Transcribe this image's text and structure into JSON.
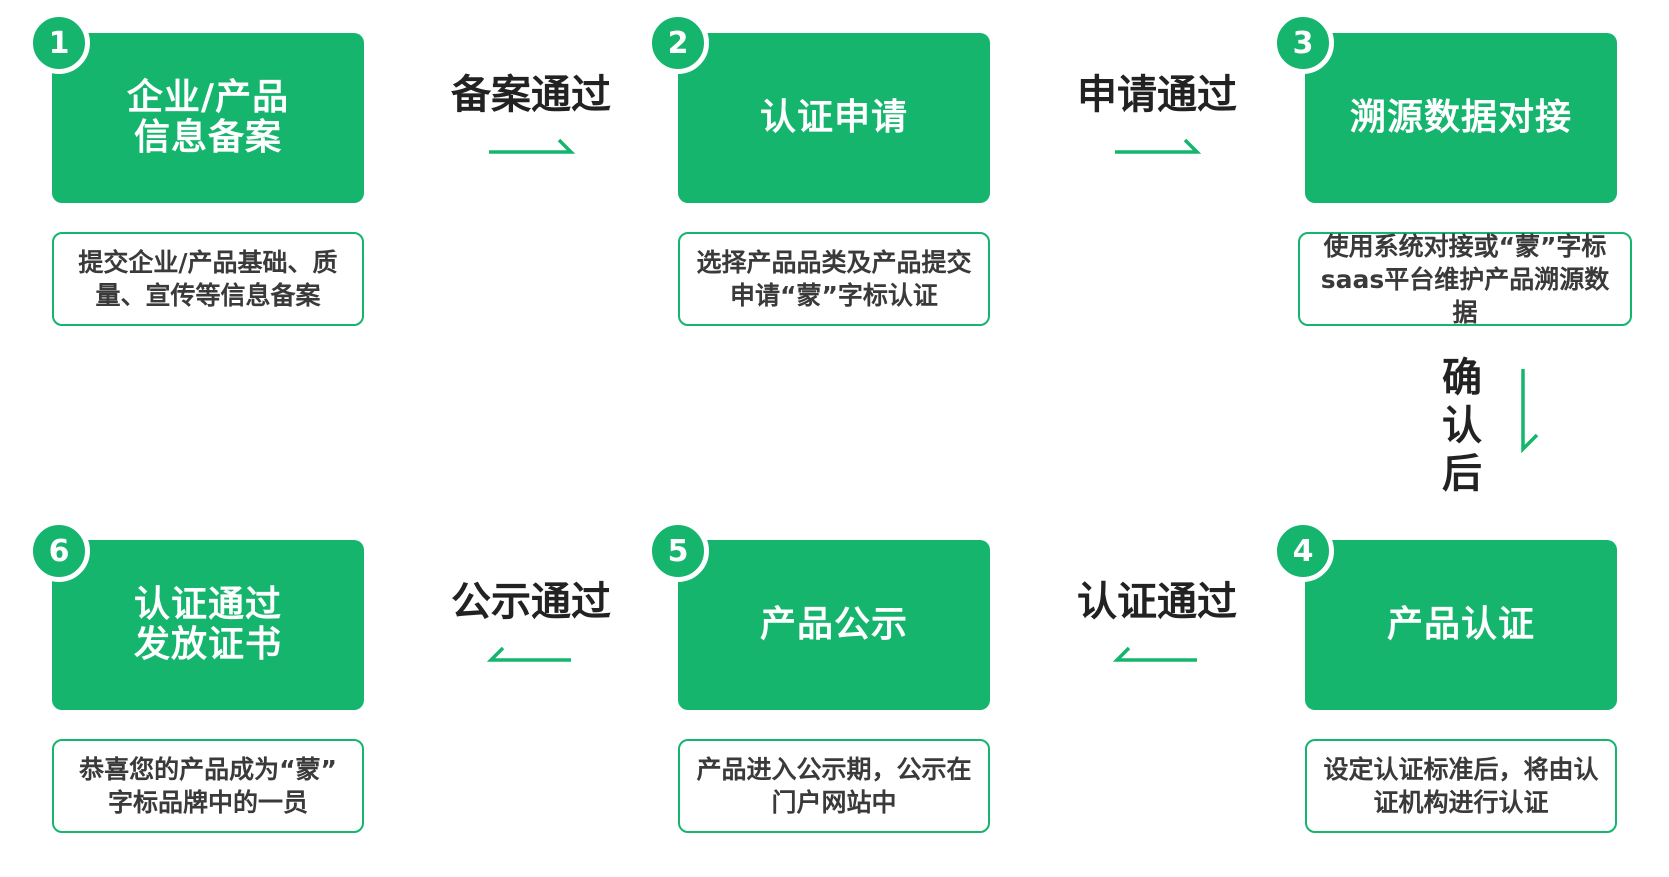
{
  "colors": {
    "accent": "#15b56e",
    "text": "#222222",
    "desc_text": "#3a3a3a"
  },
  "steps": [
    {
      "number": "1",
      "title": "企业/产品\n信息备案",
      "description": "提交企业/产品基础、质\n量、宣传等信息备案"
    },
    {
      "number": "2",
      "title": "认证申请",
      "description": "选择产品品类及产品提交\n申请“蒙”字标认证"
    },
    {
      "number": "3",
      "title": "溯源数据对接",
      "description": "使用系统对接或“蒙”字标\nsaas平台维护产品溯源数据"
    },
    {
      "number": "4",
      "title": "产品认证",
      "description": "设定认证标准后，将由认\n证机构进行认证"
    },
    {
      "number": "5",
      "title": "产品公示",
      "description": "产品进入公示期，公示在\n门户网站中"
    },
    {
      "number": "6",
      "title": "认证通过\n发放证书",
      "description": "恭喜您的产品成为“蒙”\n字标品牌中的一员"
    }
  ],
  "connectors": [
    {
      "label": "备案通过",
      "direction": "right"
    },
    {
      "label": "申请通过",
      "direction": "right"
    },
    {
      "label": "确\n认\n后",
      "direction": "down"
    },
    {
      "label": "认证通过",
      "direction": "left"
    },
    {
      "label": "公示通过",
      "direction": "left"
    }
  ]
}
